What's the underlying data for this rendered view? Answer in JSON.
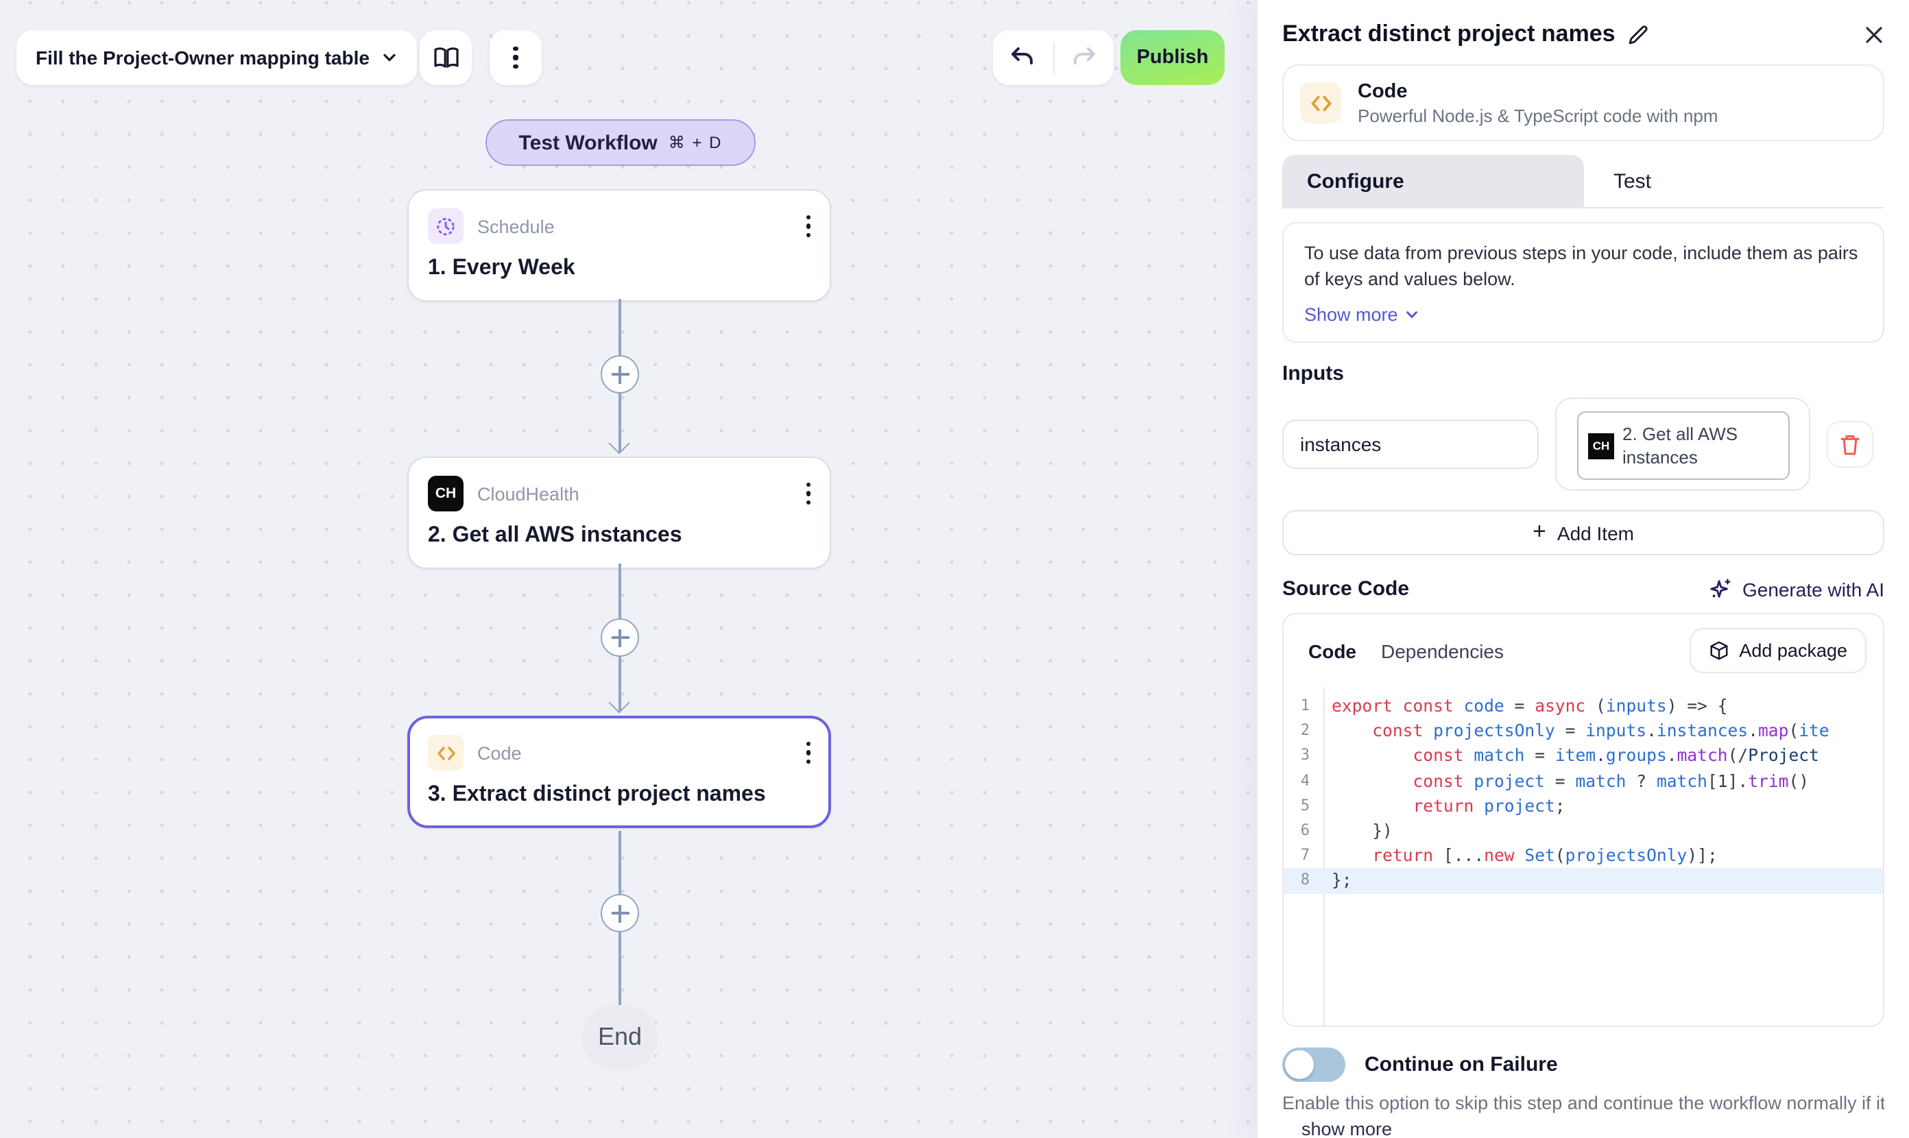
{
  "toolbar": {
    "workflow_selector_label": "Fill the Project-Owner mapping table",
    "publish_label": "Publish"
  },
  "canvas": {
    "test_button": {
      "label": "Test Workflow",
      "shortcut": "⌘ + D"
    },
    "nodes": [
      {
        "app": "Schedule",
        "title": "1. Every Week"
      },
      {
        "app": "CloudHealth",
        "title": "2. Get all AWS instances",
        "icon_text": "CH"
      },
      {
        "app": "Code",
        "title": "3. Extract distinct project names"
      }
    ],
    "end_label": "End"
  },
  "panel": {
    "title": "Extract distinct project names",
    "app_card": {
      "name": "Code",
      "description": "Powerful Node.js & TypeScript code with npm"
    },
    "tabs": {
      "configure": "Configure",
      "test": "Test"
    },
    "info": {
      "text": "To use data from previous steps in your code, include them as pairs of keys and values below.",
      "show_more": "Show more"
    },
    "inputs": {
      "heading": "Inputs",
      "key_value": "instances",
      "value_chip": {
        "badge": "CH",
        "label": "2. Get all AWS instances"
      },
      "add_item": "Add Item"
    },
    "source_code": {
      "heading": "Source Code",
      "generate_label": "Generate with AI",
      "tab_code": "Code",
      "tab_dependencies": "Dependencies",
      "add_package": "Add package",
      "lines": [
        {
          "n": 1,
          "tokens": [
            [
              "k",
              "export const"
            ],
            [
              "p",
              " "
            ],
            [
              "v",
              "code"
            ],
            [
              "p",
              " = "
            ],
            [
              "k",
              "async"
            ],
            [
              "p",
              " ("
            ],
            [
              "v",
              "inputs"
            ],
            [
              "p",
              ") => {"
            ]
          ]
        },
        {
          "n": 2,
          "tokens": [
            [
              "p",
              "    "
            ],
            [
              "k",
              "const"
            ],
            [
              "p",
              " "
            ],
            [
              "v",
              "projectsOnly"
            ],
            [
              "p",
              " = "
            ],
            [
              "v",
              "inputs"
            ],
            [
              "p",
              "."
            ],
            [
              "v",
              "instances"
            ],
            [
              "p",
              "."
            ],
            [
              "m",
              "map"
            ],
            [
              "p",
              "("
            ],
            [
              "v",
              "ite"
            ]
          ]
        },
        {
          "n": 3,
          "tokens": [
            [
              "p",
              "        "
            ],
            [
              "k",
              "const"
            ],
            [
              "p",
              " "
            ],
            [
              "v",
              "match"
            ],
            [
              "p",
              " = "
            ],
            [
              "v",
              "item"
            ],
            [
              "p",
              "."
            ],
            [
              "v",
              "groups"
            ],
            [
              "p",
              "."
            ],
            [
              "m",
              "match"
            ],
            [
              "p",
              "(/"
            ],
            [
              "r",
              "Project"
            ]
          ]
        },
        {
          "n": 4,
          "tokens": [
            [
              "p",
              "        "
            ],
            [
              "k",
              "const"
            ],
            [
              "p",
              " "
            ],
            [
              "v",
              "project"
            ],
            [
              "p",
              " = "
            ],
            [
              "v",
              "match"
            ],
            [
              "p",
              " ? "
            ],
            [
              "v",
              "match"
            ],
            [
              "p",
              "[1]."
            ],
            [
              "m",
              "trim"
            ],
            [
              "p",
              "()"
            ]
          ]
        },
        {
          "n": 5,
          "tokens": [
            [
              "p",
              "        "
            ],
            [
              "k",
              "return"
            ],
            [
              "p",
              " "
            ],
            [
              "v",
              "project"
            ],
            [
              "p",
              ";"
            ]
          ]
        },
        {
          "n": 6,
          "tokens": [
            [
              "p",
              "    })"
            ]
          ]
        },
        {
          "n": 7,
          "tokens": [
            [
              "p",
              "    "
            ],
            [
              "k",
              "return"
            ],
            [
              "p",
              " [..."
            ],
            [
              "k",
              "new"
            ],
            [
              "p",
              " "
            ],
            [
              "v",
              "Set"
            ],
            [
              "p",
              "("
            ],
            [
              "v",
              "projectsOnly"
            ],
            [
              "p",
              ")];"
            ]
          ]
        },
        {
          "n": 8,
          "tokens": [
            [
              "p",
              "};"
            ]
          ],
          "highlight": true
        }
      ]
    },
    "continue_on_failure": {
      "label": "Continue on Failure",
      "enabled": false,
      "description": "Enable this option to skip this step and continue the workflow normally if it fa...",
      "show_more": "show more"
    }
  }
}
